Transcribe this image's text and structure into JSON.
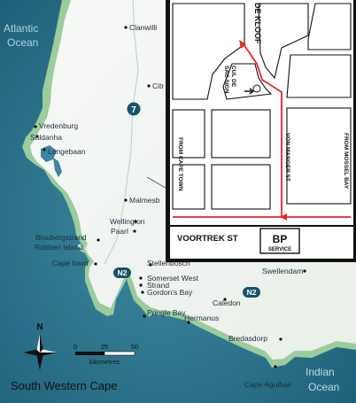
{
  "oceans": {
    "atlantic_1": "Atlantic",
    "atlantic_2": "Ocean",
    "indian_1": "Indian",
    "indian_2": "Ocean"
  },
  "region_title": "South Western Cape",
  "compass": {
    "north": "N"
  },
  "scale_bar": {
    "ticks": [
      "0",
      "25",
      "50"
    ],
    "unit": "kilometres"
  },
  "route_shields": {
    "n7": "7",
    "n2_west": "N2",
    "n2_east": "N2"
  },
  "towns": {
    "clanwilliam": "Clanwilli",
    "citrusdal": "Citr",
    "vredenburg": "Vredenburg",
    "saldanha": "Saldanha",
    "langebaan": "Langebaan",
    "malmesbury": "Malmesb",
    "wellington": "Wellington",
    "paarl": "Paarl",
    "bloubergstrand": "Bloubergstrand",
    "robben_island": "Robben Island",
    "cape_town": "Cape town",
    "stellenbosch": "Stellenbosch",
    "somerset_west": "Somerset West",
    "strand": "Strand",
    "gordons_bay": "Gordon's Bay",
    "swellendam": "Swellendam",
    "caledon": "Caledon",
    "pringle_bay": "Pringle Bay",
    "hermanus": "Hermanus",
    "bredasdorp": "Bredasdorp",
    "cape_agulhas": "Cape Agulhas"
  },
  "inset": {
    "de_kloof": "DE KLOOF",
    "cul_de_sac_1": "CUL DE",
    "cul_de_sac_2": "SAC SIGN",
    "from_cape_town": "FROM CAPE TOWN",
    "von_manger_st": "VON MANGER ST",
    "from_mossel_bay": "FROM MOSSEL BAY",
    "voortrek_st": "VOORTREK ST",
    "bp_logo": "BP",
    "bp_service": "SERVICE"
  },
  "colors": {
    "sea": "#2b6f86",
    "land": "#f4f6f4",
    "coast_green": "#9cc79b",
    "route": "#e8262b"
  }
}
